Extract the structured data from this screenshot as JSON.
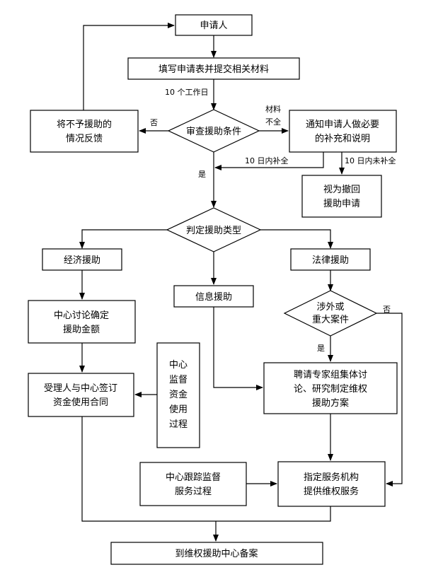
{
  "nodes": {
    "applicant": "申请人",
    "fill_form": "填写申请表并提交相关材料",
    "feedback": [
      "将不予援助的",
      "情况反馈"
    ],
    "review": "审查援助条件",
    "notify": [
      "通知申请人做必要",
      "的补充和说明"
    ],
    "withdraw": [
      "视为撤回",
      "援助申请"
    ],
    "judge_type": "判定援助类型",
    "economic": "经济援助",
    "info": "信息援助",
    "legal": "法律援助",
    "discuss": [
      "中心讨论确定",
      "援助金额"
    ],
    "foreign": [
      "涉外或",
      "重大案件"
    ],
    "supervise_funds": [
      "中心",
      "监督",
      "资金",
      "使用",
      "过程"
    ],
    "contract": [
      "受理人与中心签订",
      "资金使用合同"
    ],
    "experts": [
      "聘请专家组集体讨",
      "论、研究制定维权",
      "援助方案"
    ],
    "track": [
      "中心跟踪监督",
      "服务过程"
    ],
    "assign": [
      "指定服务机构",
      "提供维权服务"
    ],
    "record": "到维权援助中心备案"
  },
  "edge_labels": {
    "ten_days": "10 个工作日",
    "no": "否",
    "material_incomplete": [
      "材料",
      "不全"
    ],
    "complete_in_10": "10 日内补全",
    "incomplete_in_10": "10 日内未补全",
    "yes": "是",
    "yes2": "是",
    "no2": "否"
  }
}
